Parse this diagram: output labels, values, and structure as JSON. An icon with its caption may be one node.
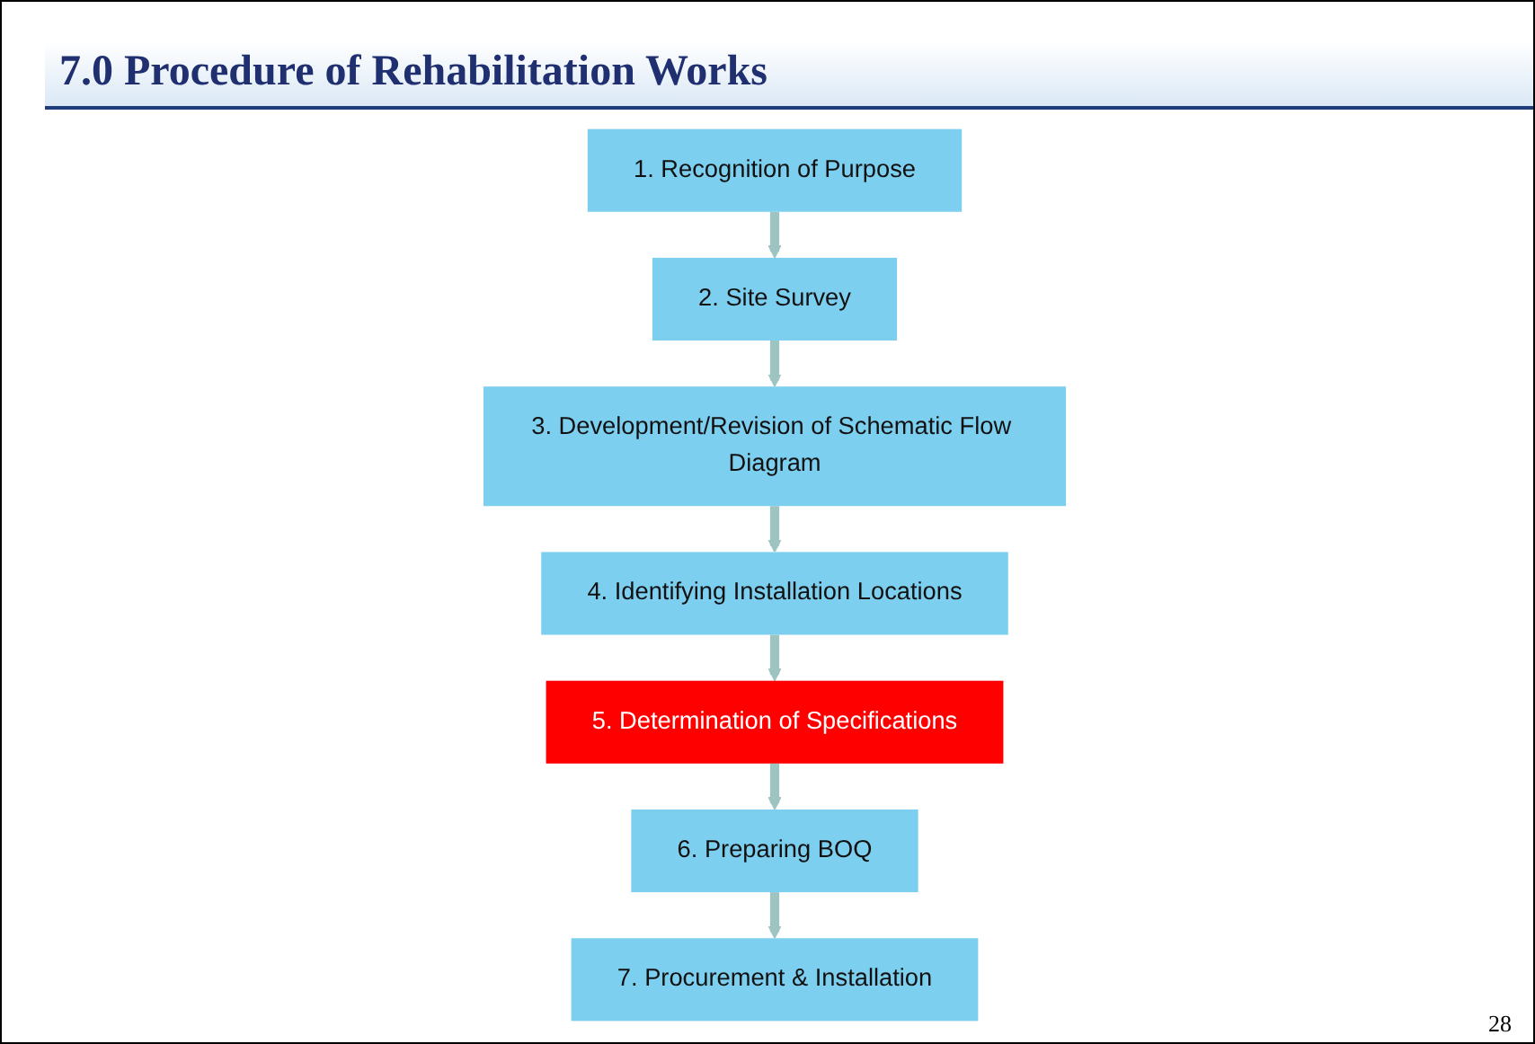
{
  "diagram": {
    "title": "7.0 Procedure of Rehabilitation Works",
    "nodes": [
      {
        "text": [
          "1. Recognition of Purpose"
        ]
      },
      {
        "text": [
          "2. Site Survey"
        ]
      },
      {
        "text": [
          "3. Development/Revision of Schematic Flow Diagram"
        ]
      },
      {
        "text": [
          "4. Identifying Installation Locations"
        ]
      },
      {
        "text": [
          "5. Determination of Specifications"
        ]
      },
      {
        "text": [
          "6. Preparing BOQ"
        ]
      },
      {
        "text": [
          "7. Procurement & Installation"
        ]
      }
    ],
    "edges": [
      {
        "from": 0,
        "to": 1,
        "arrow": "to"
      },
      {
        "from": 1,
        "to": 2,
        "arrow": "to"
      },
      {
        "from": 2,
        "to": 3,
        "arrow": "to"
      },
      {
        "from": 3,
        "to": 4,
        "arrow": "to"
      },
      {
        "from": 4,
        "to": 5,
        "arrow": "to"
      },
      {
        "from": 5,
        "to": 6,
        "arrow": "to"
      }
    ],
    "labels": [
      "28"
    ]
  }
}
